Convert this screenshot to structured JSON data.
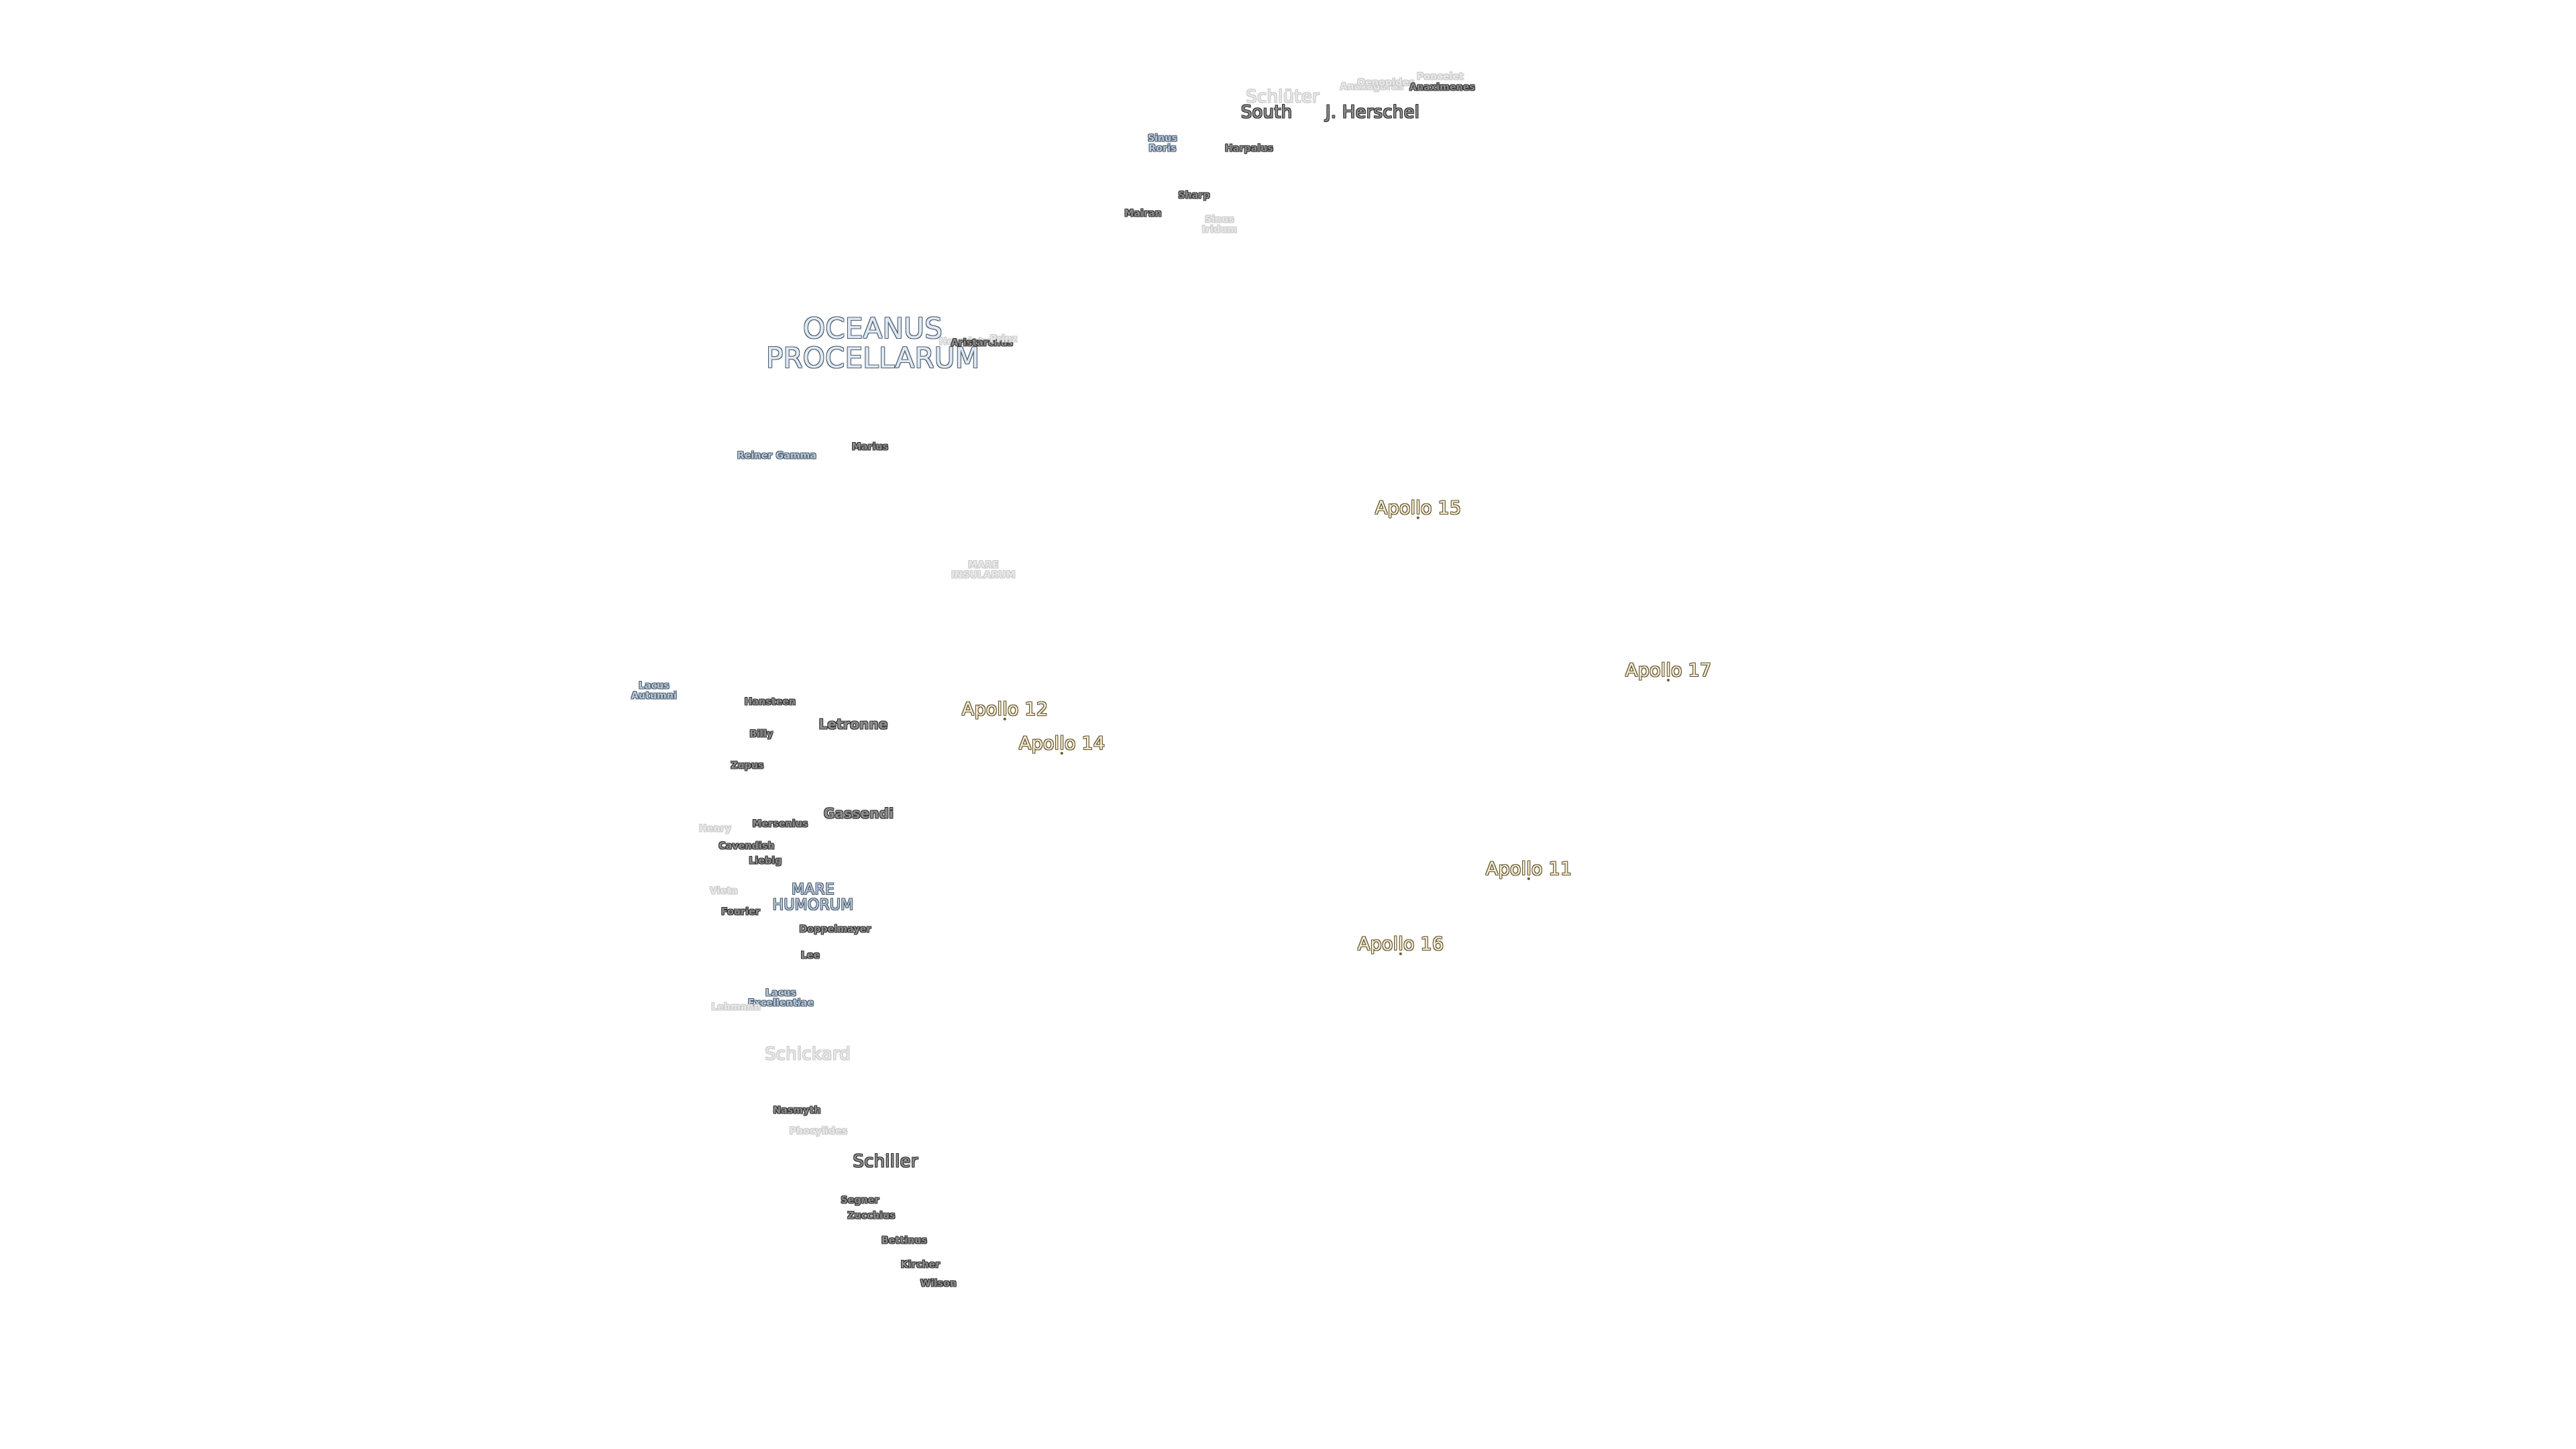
{
  "map": {
    "labels": {
      "schluss": "Schlüter",
      "south": "South",
      "anaxagoras": "Anaxagoras",
      "oenopides": "Oenopides",
      "anaximenes": "Anaximenes",
      "poncelet": "Poncelet",
      "j_herschel": "J. Herschel",
      "sinus_roris": "Sinus\nRoris",
      "harpalus": "Harpalus",
      "sharp": "Sharp",
      "mairan": "Mairan",
      "sinus_iridum": "Sinus\nIridum",
      "oceanus_procellarum": "OCEANUS\nPROCELLARUM",
      "herodotus": "Herodotus",
      "aristarchus": "Aristarchus",
      "prinz": "Prinz",
      "reiner_gamma": "Reiner Gamma",
      "marius": "Marius",
      "mare_insularum": "MARE\nINSULARUM",
      "lacus_autumni": "Lacus\nAutumni",
      "hansteen": "Hansteen",
      "billy": "Billy",
      "letronne": "Letronne",
      "zupus": "Zupus",
      "gassendi": "Gassendi",
      "henry": "Henry",
      "mersenius": "Mersenius",
      "cavendish": "Cavendish",
      "liebig": "Liebig",
      "vieta": "Vieta",
      "mare_humorum": "MARE\nHUMORUM",
      "fourier": "Fourier",
      "doppelmayer": "Doppelmayer",
      "lee": "Lee",
      "lacus_excellentiae": "Lacus\nExcellentiae",
      "lehmann": "Lehmann",
      "schickard": "Schickard",
      "nasmyth": "Nasmyth",
      "phocylides": "Phocylides",
      "schiller": "Schiller",
      "segner": "Segner",
      "zucchius": "Zucchius",
      "bettinus": "Bettinus",
      "kircher": "Kircher",
      "wilson": "Wilson",
      "apollo_15": "Apollo 15",
      "apollo_17": "Apollo 17",
      "apollo_12": "Apollo 12",
      "apollo_14": "Apollo 14",
      "apollo_11": "Apollo 11",
      "apollo_16": "Apollo 16"
    }
  }
}
